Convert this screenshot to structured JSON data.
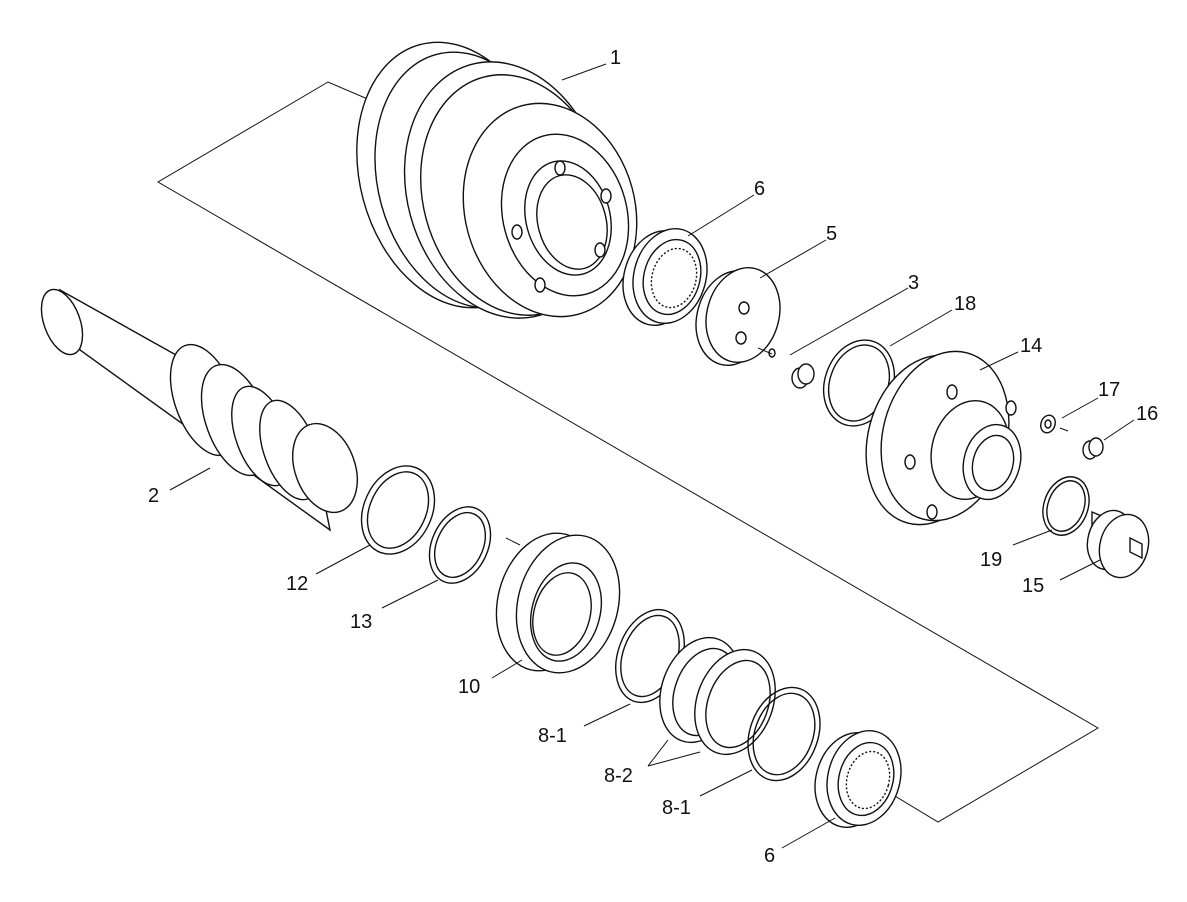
{
  "labels": {
    "p1": "1",
    "p2": "2",
    "p3": "3",
    "p5": "5",
    "p6_top": "6",
    "p6_bottom": "6",
    "p8_1_upper": "8-1",
    "p8_1_lower": "8-1",
    "p8_2": "8-2",
    "p10": "10",
    "p12": "12",
    "p13": "13",
    "p14": "14",
    "p15": "15",
    "p16": "16",
    "p17": "17",
    "p18": "18",
    "p19": "19"
  }
}
